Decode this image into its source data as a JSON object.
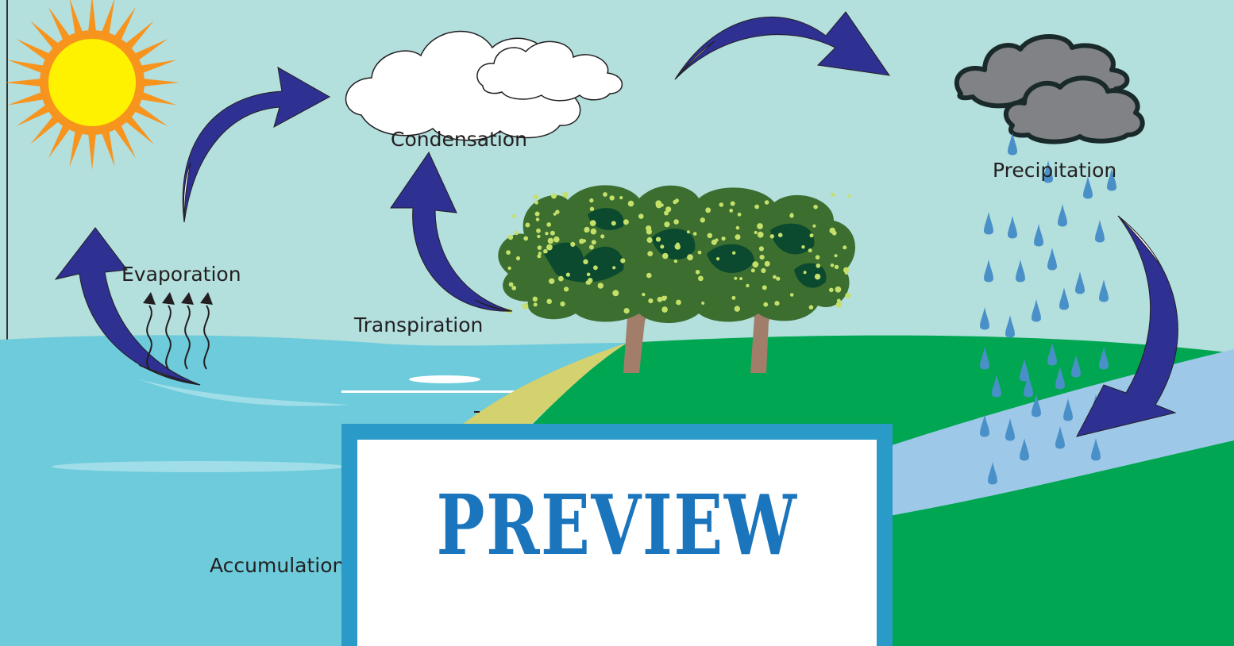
{
  "labels": {
    "evaporation": "Evaporation",
    "condensation": "Condensation",
    "precipitation": "Precipitation",
    "transpiration": "Transpiration",
    "accumulation": "Accumulation"
  },
  "watermark": {
    "text": "PREVIEW"
  },
  "colors": {
    "sky": "#b3dfdd",
    "water": "#6dcbdb",
    "grass": "#00a651",
    "river": "#9dc8e8",
    "sand": "#d4d16f",
    "arrow": "#2e3192",
    "sun_core": "#fff200",
    "sun_rays": "#f7941d",
    "rain_cloud": "#808285",
    "raindrop": "#4a90c8",
    "preview_frame": "#2a9ac8",
    "preview_text": "#1b75bc"
  },
  "icons": [
    "sun-icon",
    "white-cloud-icon",
    "rain-cloud-icon",
    "tree-icon",
    "raindrop-icon",
    "curved-arrow-icon",
    "vapor-arrow-icon"
  ]
}
